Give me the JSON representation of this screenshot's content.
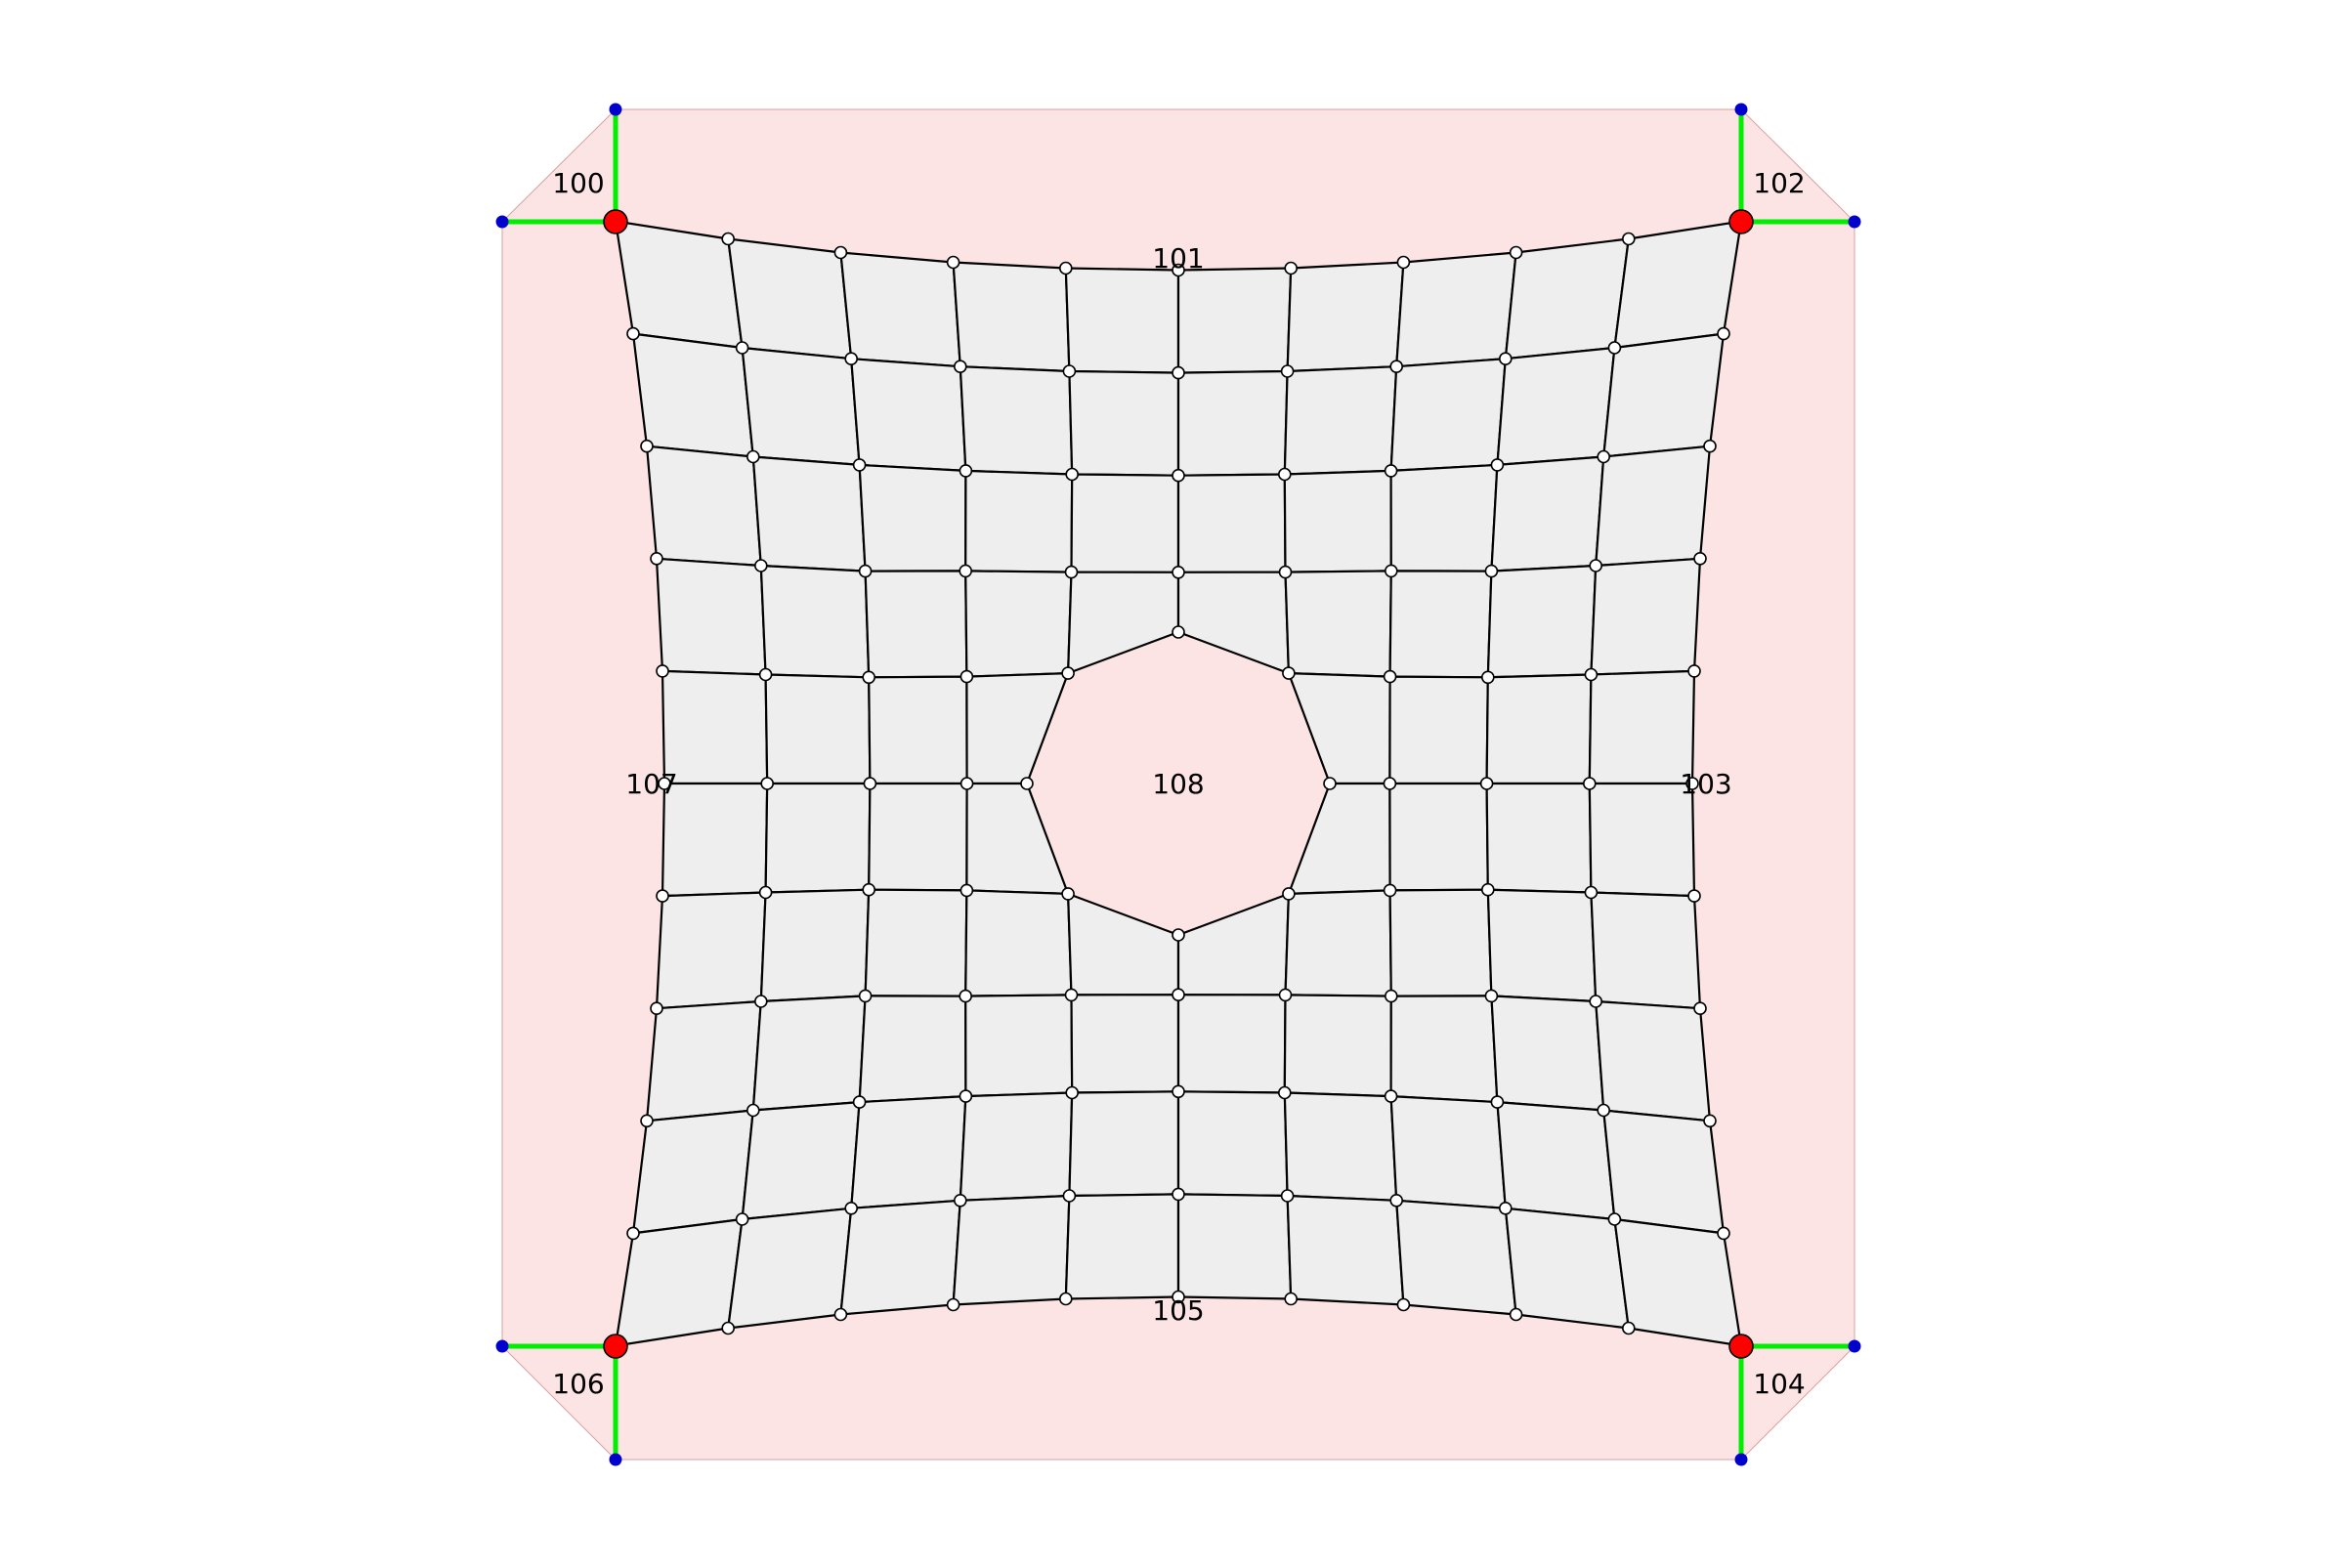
{
  "diagram": {
    "region_labels": {
      "r100": "100",
      "r101": "101",
      "r102": "102",
      "r103": "103",
      "r104": "104",
      "r105": "105",
      "r106": "106",
      "r107": "107",
      "r108": "108"
    },
    "colors": {
      "background_region": "#fde4e4",
      "background_region_edge": "#d9a0a0",
      "mesh_fill": "#eeeeee",
      "mesh_edge": "#000000",
      "mesh_node_fill": "#ffffff",
      "corner_node": "#ff0000",
      "corner_handle": "#00ee00",
      "handle_endpoint": "#0000cc",
      "label_text": "#000000"
    },
    "mesh": {
      "rows": 11,
      "cols": 11,
      "hole": "octagon"
    }
  }
}
